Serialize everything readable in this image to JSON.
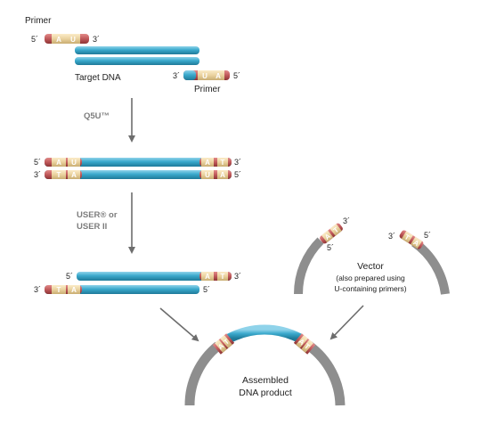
{
  "labels": {
    "primer_top": "Primer",
    "primer_bottom": "Primer",
    "target_dna": "Target DNA",
    "vector_title": "Vector",
    "vector_note_1": "(also prepared using",
    "vector_note_2": "U-containing primers)",
    "product_1": "Assembled",
    "product_2": "DNA product"
  },
  "steps": {
    "polymerase": "Q5U™",
    "enzyme_1": "USER® or",
    "enzyme_2": "USER II"
  },
  "ends": {
    "five": "5´",
    "three": "3´"
  },
  "bases": {
    "A": "A",
    "U": "U",
    "T": "T"
  },
  "colors": {
    "dna_blue": "#3aa9cc",
    "dna_dark": "#1f7a99",
    "base_red": "#c0595b",
    "base_yellow": "#ead29f",
    "vector_gray": "#8e8e8e",
    "arrow_gray": "#6d6d6d"
  }
}
